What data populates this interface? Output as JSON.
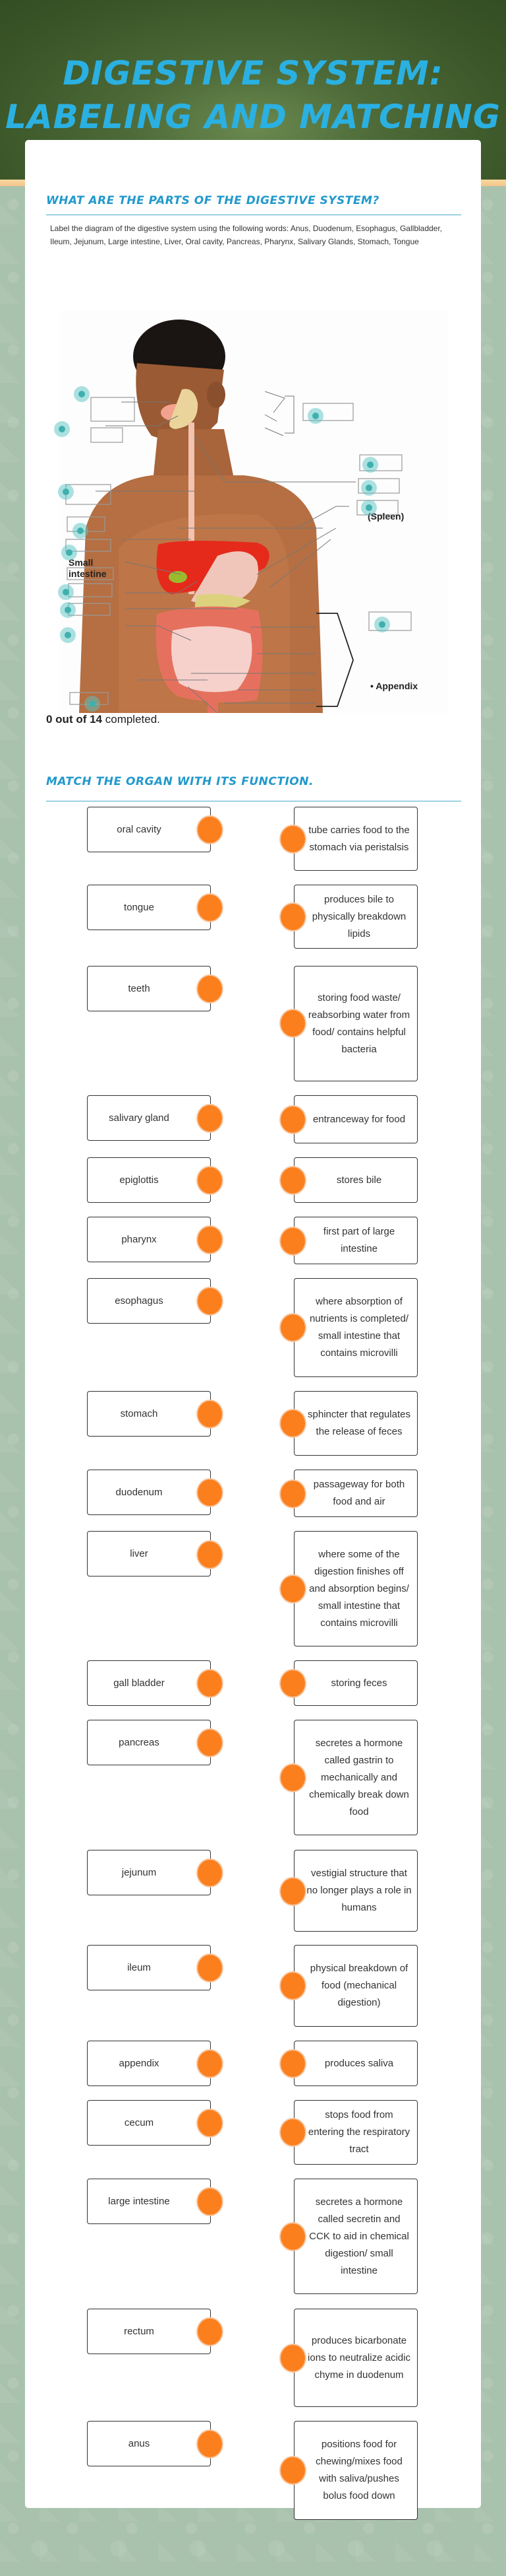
{
  "header": {
    "title": "Digestive System: Labeling and Matching"
  },
  "labeling": {
    "heading": "What are the parts of the digestive system?",
    "instructions": "Label the diagram of the digestive system using the following words: Anus, Duodenum, Esophagus, Gallbladder, Ileum,  Jejunum, Large intestine, Liver, Oral cavity, Pancreas, Pharynx, Salivary Glands, Stomach, Tongue",
    "diagram_labels": {
      "spleen": "(Spleen)",
      "small_intestine": "Small intestine",
      "appendix": "• Appendix"
    },
    "hotspot_count": 14,
    "progress": {
      "completed": "0 out of 14",
      "suffix": " completed."
    }
  },
  "matching": {
    "heading": "Match the organ with its function.",
    "accent_color": "#fc7f1d",
    "rows": [
      {
        "organ": "oral cavity",
        "function": "tube carries food to the stomach via peristalsis"
      },
      {
        "organ": "tongue",
        "function": "produces bile to physically breakdown lipids"
      },
      {
        "organ": "teeth",
        "function": "storing food waste/ reabsorbing water from food/ contains helpful bacteria"
      },
      {
        "organ": "salivary gland",
        "function": "entranceway for food"
      },
      {
        "organ": "epiglottis",
        "function": "stores bile"
      },
      {
        "organ": "pharynx",
        "function": "first part of large intestine"
      },
      {
        "organ": "esophagus",
        "function": "where absorption of nutrients is completed/ small intestine that contains microvilli"
      },
      {
        "organ": "stomach",
        "function": "sphincter that regulates the release of feces"
      },
      {
        "organ": "duodenum",
        "function": "passageway for both food and air"
      },
      {
        "organ": "liver",
        "function": "where some of the digestion finishes off and absorption begins/ small intestine that contains microvilli"
      },
      {
        "organ": "gall bladder",
        "function": "storing feces"
      },
      {
        "organ": "pancreas",
        "function": "secretes a hormone called gastrin to mechanically and chemically break down food"
      },
      {
        "organ": "jejunum",
        "function": "vestigial structure that no longer plays a role in humans"
      },
      {
        "organ": "ileum",
        "function": "physical breakdown of food (mechanical digestion)"
      },
      {
        "organ": "appendix",
        "function": "produces saliva"
      },
      {
        "organ": "cecum",
        "function": "stops food from entering the respiratory tract"
      },
      {
        "organ": "large intestine",
        "function": "secretes a hormone called secretin and CCK to aid in chemical digestion/ small intestine"
      },
      {
        "organ": "rectum",
        "function": "produces bicarbonate ions to neutralize acidic chyme in duodenum"
      },
      {
        "organ": "anus",
        "function": "positions food for chewing/mixes food with saliva/pushes bolus food down"
      }
    ]
  }
}
